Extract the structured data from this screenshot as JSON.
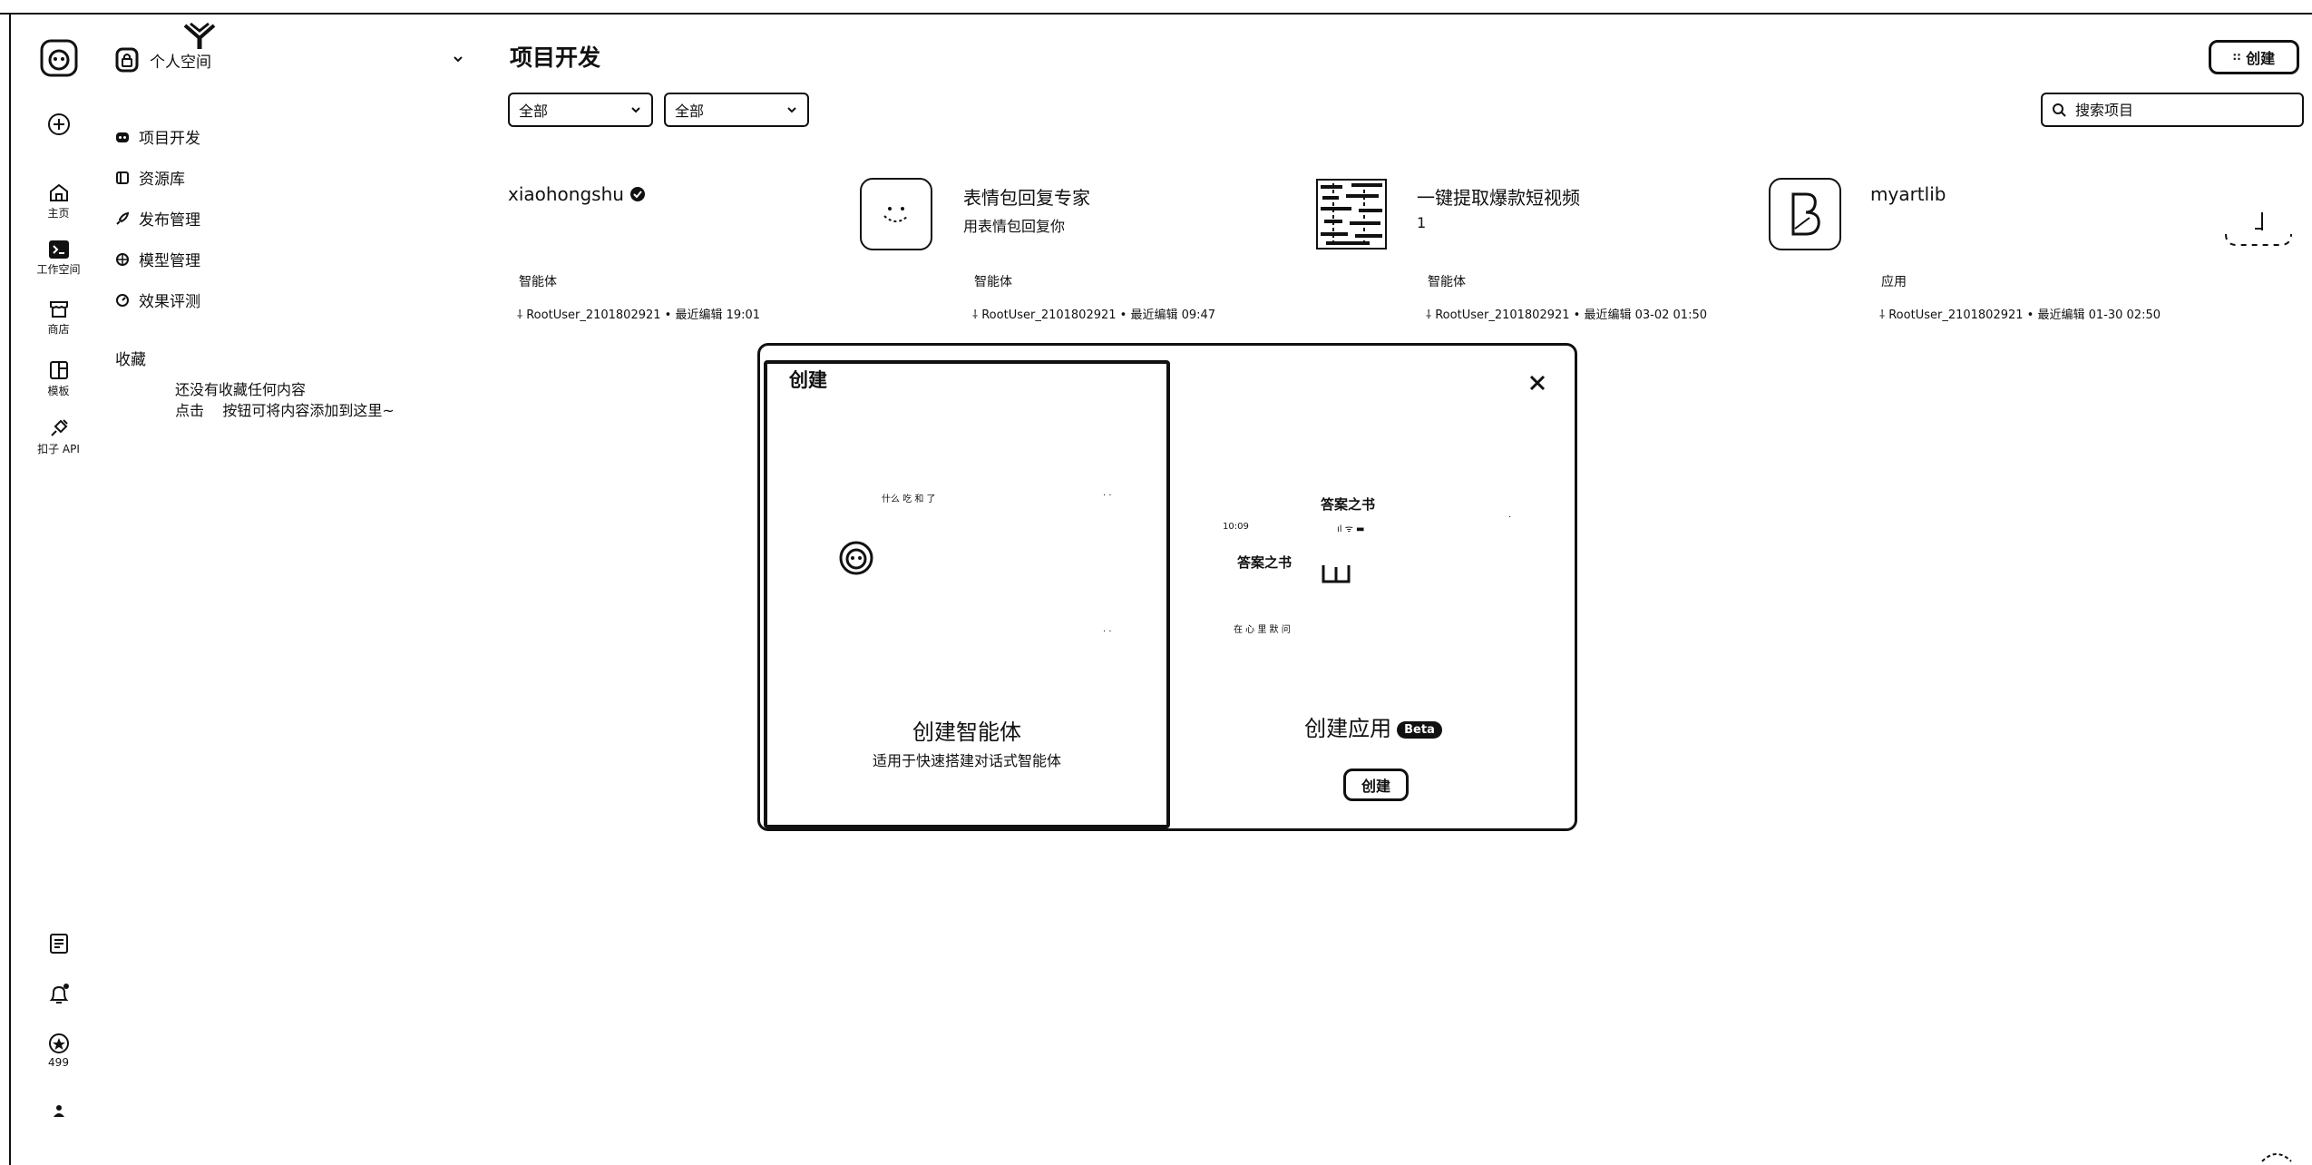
{
  "rail": {
    "home_label": "主页",
    "workspace_label": "工作空间",
    "store_label": "商店",
    "template_label": "模板",
    "api_label": "扣子 API",
    "points_count": "499"
  },
  "sidebar": {
    "workspace_name": "个人空间",
    "nav": [
      {
        "label": "项目开发",
        "icon": "bot-icon"
      },
      {
        "label": "资源库",
        "icon": "library-icon"
      },
      {
        "label": "发布管理",
        "icon": "rocket-icon"
      },
      {
        "label": "模型管理",
        "icon": "model-icon"
      },
      {
        "label": "效果评测",
        "icon": "gauge-icon"
      }
    ],
    "favorites_title": "收藏",
    "favorites_empty_line1": "还没有收藏任何内容",
    "favorites_empty_line2": "点击    按钮可将内容添加到这里~"
  },
  "main": {
    "title": "项目开发",
    "create_label": "创建",
    "filter1": "全部",
    "filter2": "全部",
    "search_placeholder": "搜索项目",
    "cards": [
      {
        "name": "xiaohongshu",
        "desc": "",
        "type": "智能体",
        "owner": "RootUser_2101802921",
        "edited": "最近编辑 19:01"
      },
      {
        "name": "表情包回复专家",
        "desc": "用表情包回复你",
        "type": "智能体",
        "owner": "RootUser_2101802921",
        "edited": "最近编辑 09:47"
      },
      {
        "name": "一键提取爆款短视频",
        "desc": "1",
        "type": "智能体",
        "owner": "RootUser_2101802921",
        "edited": "最近编辑 03-02 01:50"
      },
      {
        "name": "myartlib",
        "desc": "",
        "type": "应用",
        "owner": "RootUser_2101802921",
        "edited": "最近编辑 01-30 02:50"
      }
    ]
  },
  "modal": {
    "title": "创建",
    "agent_preview_question": "什么 吃 和 了",
    "agent_title": "创建智能体",
    "agent_desc": "适用于快速搭建对话式智能体",
    "app_preview_title": "答案之书",
    "app_preview_time": "10:09",
    "app_preview_heading": "答案之书",
    "app_preview_hint": "在 心 里 默 问",
    "app_title": "创建应用",
    "beta": "Beta",
    "app_create_label": "创建"
  }
}
